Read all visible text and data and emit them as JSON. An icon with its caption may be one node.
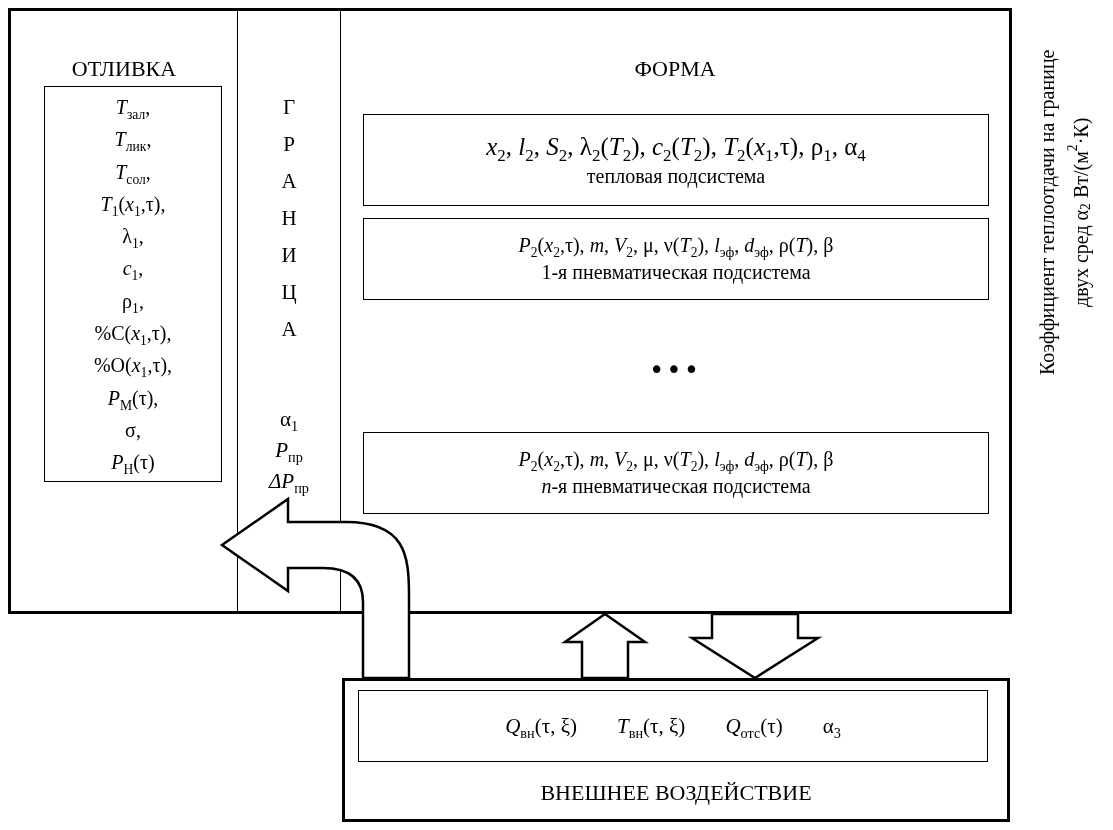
{
  "diagram": {
    "nodes": [
      {
        "text": [],
        "shape": "box"
      },
      {
        "text": [
          "ОТЛИВКА"
        ],
        "in": 0
      },
      {
        "text": [
          "*T*$_{зал}$,",
          "*T*$_{лик}$,",
          "*T*$_{сол}$,",
          "*T*$_{1}$(*x*$_{1}$,τ),",
          "λ$_{1}$,",
          "*c*$_{1}$,",
          "ρ$_{1}$,",
          "%C(*x*$_{1}$,τ),",
          "%O(*x*$_{1}$,τ),",
          "*P*$_{M}$(τ),",
          "σ,",
          "*P*$_{H}$(τ)"
        ],
        "in": 1
      },
      {
        "text": [
          "ГРАНИЦА",
          "α$_{1}$",
          "*P*$_{пр}$",
          "*ΔP*$_{пр}$"
        ],
        "in": 0
      },
      {
        "text": [
          "ФОРМА"
        ],
        "in": 0
      },
      {
        "text": [
          "*x*$_{2}$, *l*$_{2}$, *S*$_{2}$, λ$_{2}$(*T*$_{2}$), *c*$_{2}$(*T*$_{2}$), *T*$_{2}$(*x*$_{1}$,τ), ρ$_{1}$, α$_{4}$",
          "тепловая подсистема"
        ],
        "in": 4
      },
      {
        "text": [
          "*P*$_{2}$(*x*$_{2}$,τ), *m*, *V*$_{2}$, μ, ν(*T*$_{2}$), *l*$_{эф}$, *d*$_{эф}$, ρ(*T*), β",
          "1-я пневматическая подсистема"
        ],
        "in": 4
      },
      {
        "text": [
          "*P*$_{2}$(*x*$_{2}$,τ), *m*, *V*$_{2}$, μ, ν(*T*$_{2}$), *l*$_{эф}$, *d*$_{эф}$, ρ(*T*), β",
          "*n*-я пневматическая подсистема"
        ],
        "in": 4
      },
      {
        "text": [
          "ВНЕШНЕЕ ВОЗДЕЙСТВИЕ"
        ]
      },
      {
        "text": [
          "*Q*$_{вн}$(τ, ξ)",
          "*T*$_{вн}$(τ, ξ)",
          "*Q*$_{отс}$(τ)",
          "α$_{3}$"
        ],
        "in": 8
      }
    ],
    "edges": [
      {
        "from": 8,
        "to": 2,
        "arrow": "to"
      },
      {
        "from": 8,
        "to": 0,
        "arrow": "to"
      },
      {
        "from": 0,
        "to": 8,
        "arrow": "to"
      }
    ],
    "labels": [
      "•••",
      "Коэффициент теплоотдачи на границе двух сред α$_{2}$ Вт/(м$^{2}$·К)"
    ]
  }
}
